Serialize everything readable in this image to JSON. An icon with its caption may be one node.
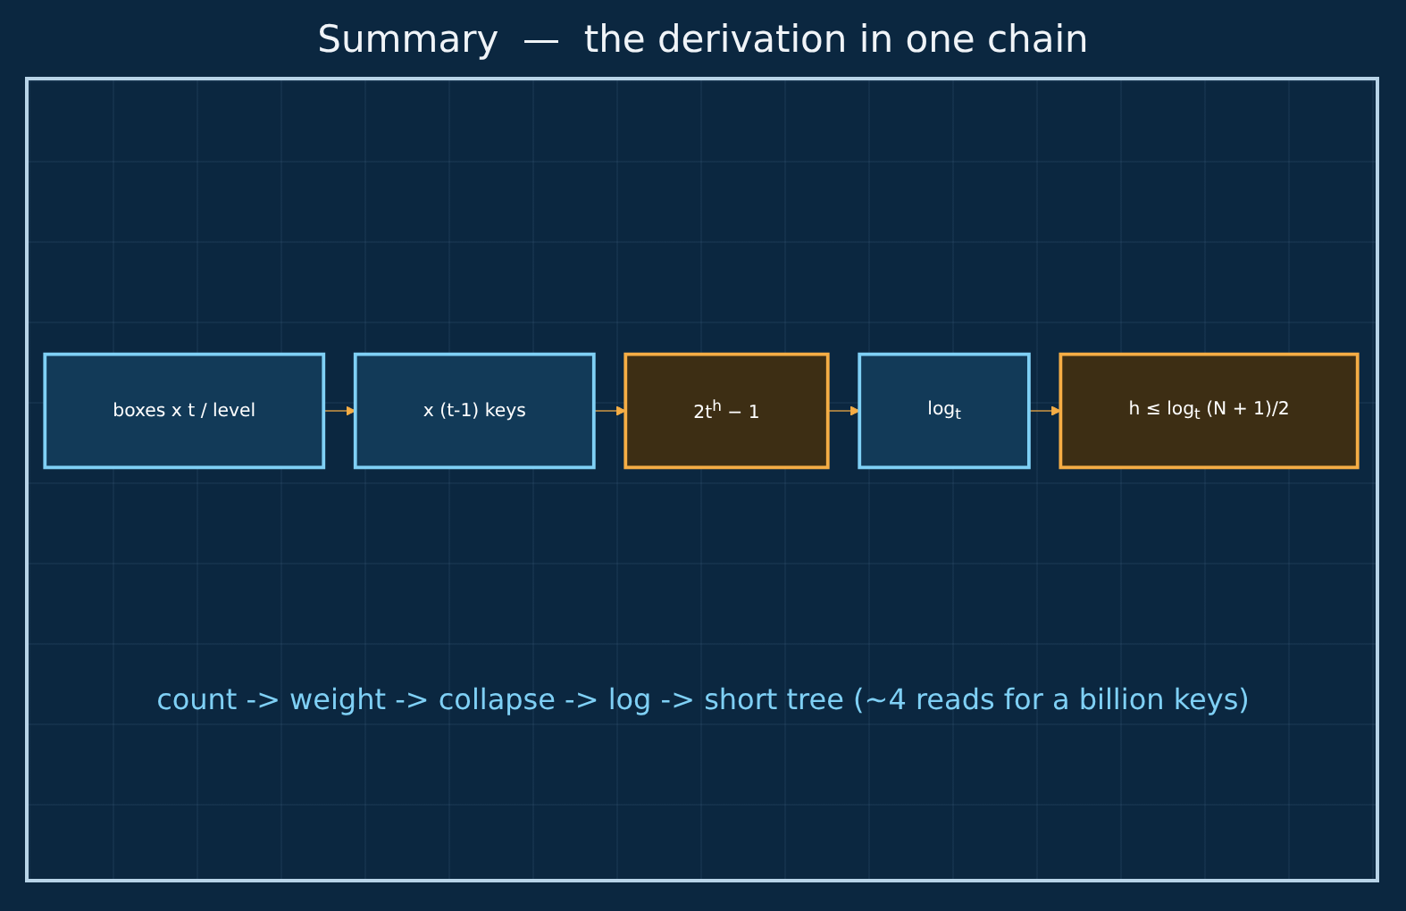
{
  "diagram": {
    "title": "Summary  —  the derivation in one chain",
    "nodes": [
      {
        "text": [
          "boxes x t / level"
        ]
      },
      {
        "text": [
          "x (t-1) keys"
        ]
      },
      {
        "text": [
          "2t$^{h}$ − 1"
        ]
      },
      {
        "text": [
          "log$_{t}$"
        ]
      },
      {
        "text": [
          "h ≤ log$_{t}$ (N + 1)/2"
        ]
      }
    ],
    "edges": [
      {
        "from": 0,
        "to": 1,
        "arrow": "to"
      },
      {
        "from": 1,
        "to": 2,
        "arrow": "to"
      },
      {
        "from": 2,
        "to": 3,
        "arrow": "to"
      },
      {
        "from": 3,
        "to": 4,
        "arrow": "to"
      }
    ],
    "labels": [
      "count -> weight -> collapse -> log -> short tree (~4 reads for a billion keys)"
    ]
  }
}
